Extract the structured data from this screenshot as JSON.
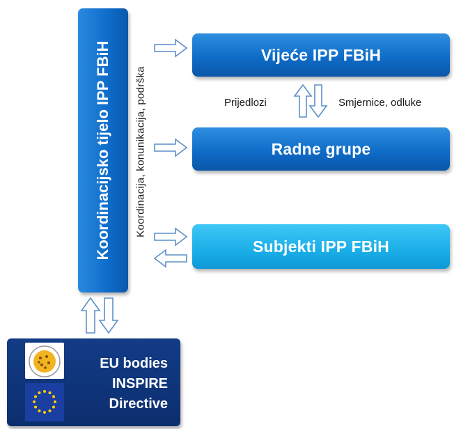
{
  "coordination": {
    "title": "Koordinacijsko tijelo IPP FBiH",
    "side_label": "Koordinacija, konunikacija, podrška"
  },
  "boxes": {
    "council": "Vijeće IPP FBiH",
    "working_groups": "Radne grupe",
    "subjects": "Subjekti IPP FBiH"
  },
  "flow": {
    "up_label": "Prijedlozi",
    "down_label": "Smjernice, odluke"
  },
  "eu": {
    "line1": "EU bodies",
    "line2": "INSPIRE",
    "line3": "Directive"
  },
  "colors": {
    "dark_blue": "#0e6cc8",
    "light_blue": "#1aaee8",
    "navy": "#0c2e6e",
    "arrow_stroke": "#5b8fc7"
  }
}
